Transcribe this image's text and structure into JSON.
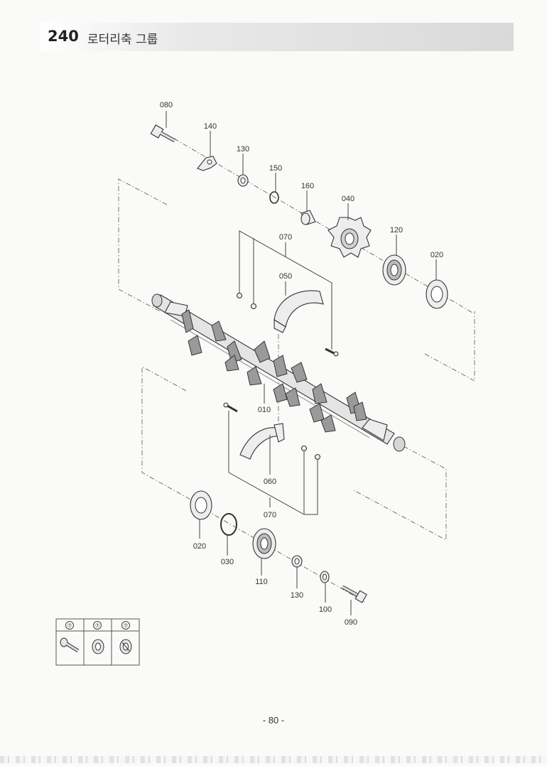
{
  "header": {
    "group_number": "240",
    "group_title": "로터리축 그룹"
  },
  "parts": {
    "p080": "080",
    "p140": "140",
    "p130_top": "130",
    "p150": "150",
    "p160": "160",
    "p040": "040",
    "p120": "120",
    "p070_top": "070",
    "p050": "050",
    "p020_right": "020",
    "p010": "010",
    "p060": "060",
    "p070_bottom": "070",
    "p020_left": "020",
    "p030": "030",
    "p110": "110",
    "p130_bottom": "130",
    "p100": "100",
    "p090": "090"
  },
  "legend": {
    "icon": "torque-wrench-icon",
    "cells": [
      "⑦",
      "⑦",
      "⑦"
    ]
  },
  "page_number": "- 80 -"
}
